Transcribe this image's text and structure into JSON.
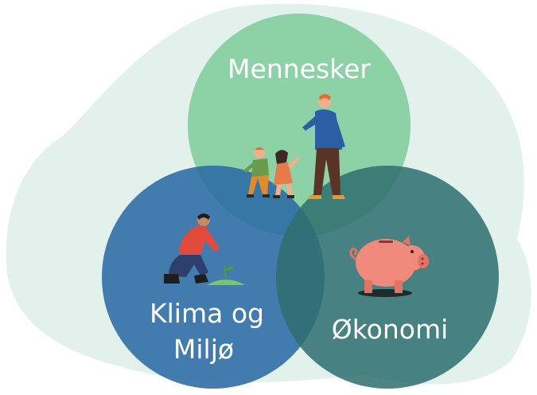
{
  "diagram": {
    "labels": {
      "people": "Mennesker",
      "climate_line1": "Klima og",
      "climate_line2": "Miljø",
      "economy": "Økonomi"
    },
    "icons": {
      "people": "family-walking-icon",
      "climate": "person-planting-icon",
      "economy": "piggy-bank-icon"
    },
    "colors": {
      "background_blob": "#e3f1ec",
      "people_circle": "#7ecb9b",
      "climate_circle": "#2b6aa5",
      "economy_circle": "#2e6f6f"
    }
  }
}
